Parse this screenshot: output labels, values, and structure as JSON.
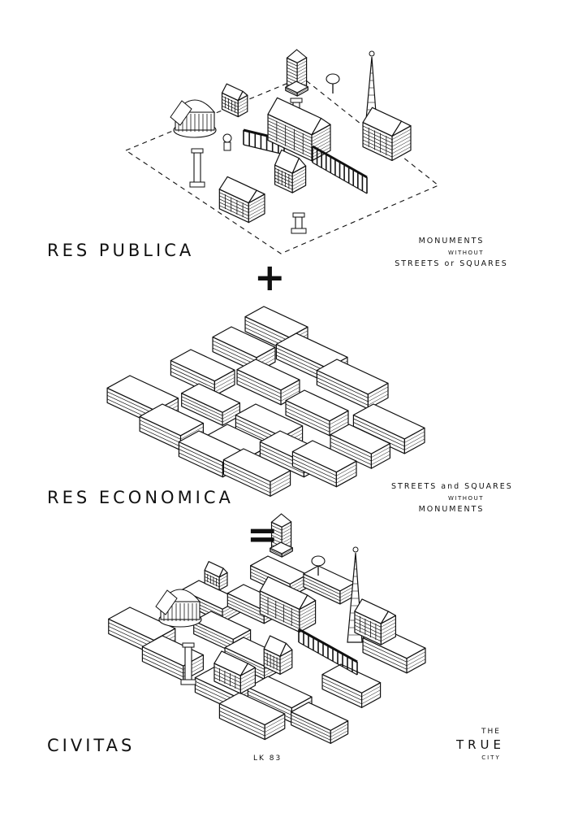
{
  "panels": {
    "res_publica": {
      "title": "RES PUBLICA",
      "caption_line1": "MONUMENTS",
      "caption_line2": "WITHOUT",
      "caption_line3": "STREETS or SQUARES"
    },
    "res_economica": {
      "title": "RES ECONOMICA",
      "caption_line1": "STREETS and SQUARES",
      "caption_line2": "WITHOUT",
      "caption_line3": "MONUMENTS"
    },
    "civitas": {
      "title": "CIVITAS",
      "caption_line1": "THE",
      "caption_line2": "TRUE",
      "caption_line3": "CITY"
    }
  },
  "operators": {
    "plus": "+",
    "equals": "="
  },
  "signature": "LK 83",
  "colors": {
    "ink": "#111111",
    "paper": "#ffffff"
  }
}
